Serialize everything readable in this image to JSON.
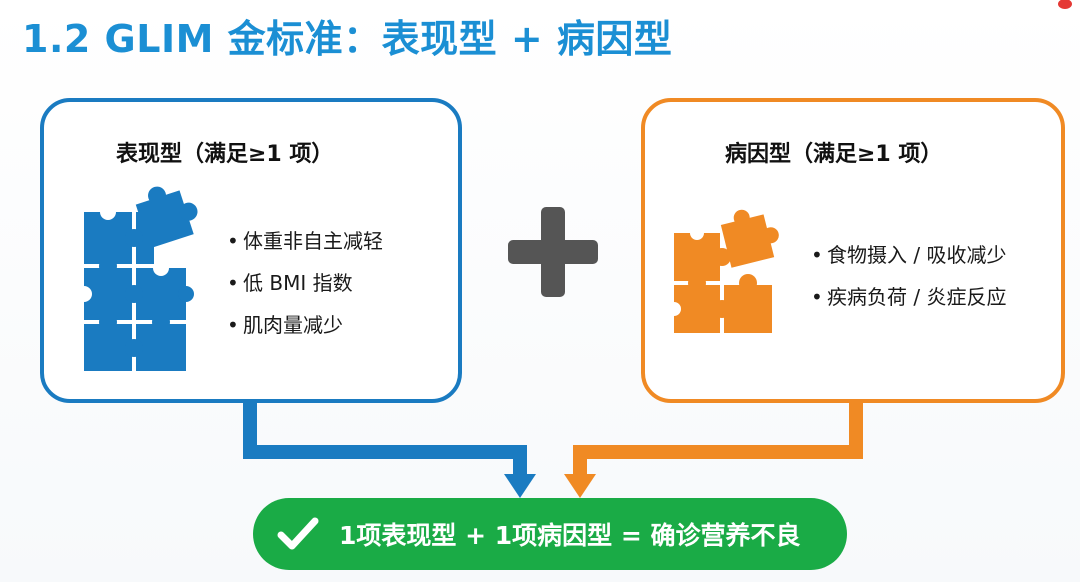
{
  "title": "1.2 GLIM 金标准：表现型 + 病因型",
  "phenotype": {
    "heading": "表现型（满足≥1 项）",
    "items": [
      "体重非自主减轻",
      "低 BMI 指数",
      "肌肉量减少"
    ],
    "color": "#1a7bc1",
    "icon": "puzzle-icon"
  },
  "etiology": {
    "heading": "病因型（满足≥1 项）",
    "items": [
      "食物摄入 / 吸收减少",
      "疾病负荷 / 炎症反应"
    ],
    "color": "#f08a24",
    "icon": "puzzle-icon"
  },
  "operator": {
    "icon": "plus-icon",
    "color": "#555555"
  },
  "result": {
    "text": "1项表现型 + 1项病因型 = 确诊营养不良",
    "color": "#1aab46",
    "icon": "checkmark-icon"
  },
  "bullet": "•"
}
